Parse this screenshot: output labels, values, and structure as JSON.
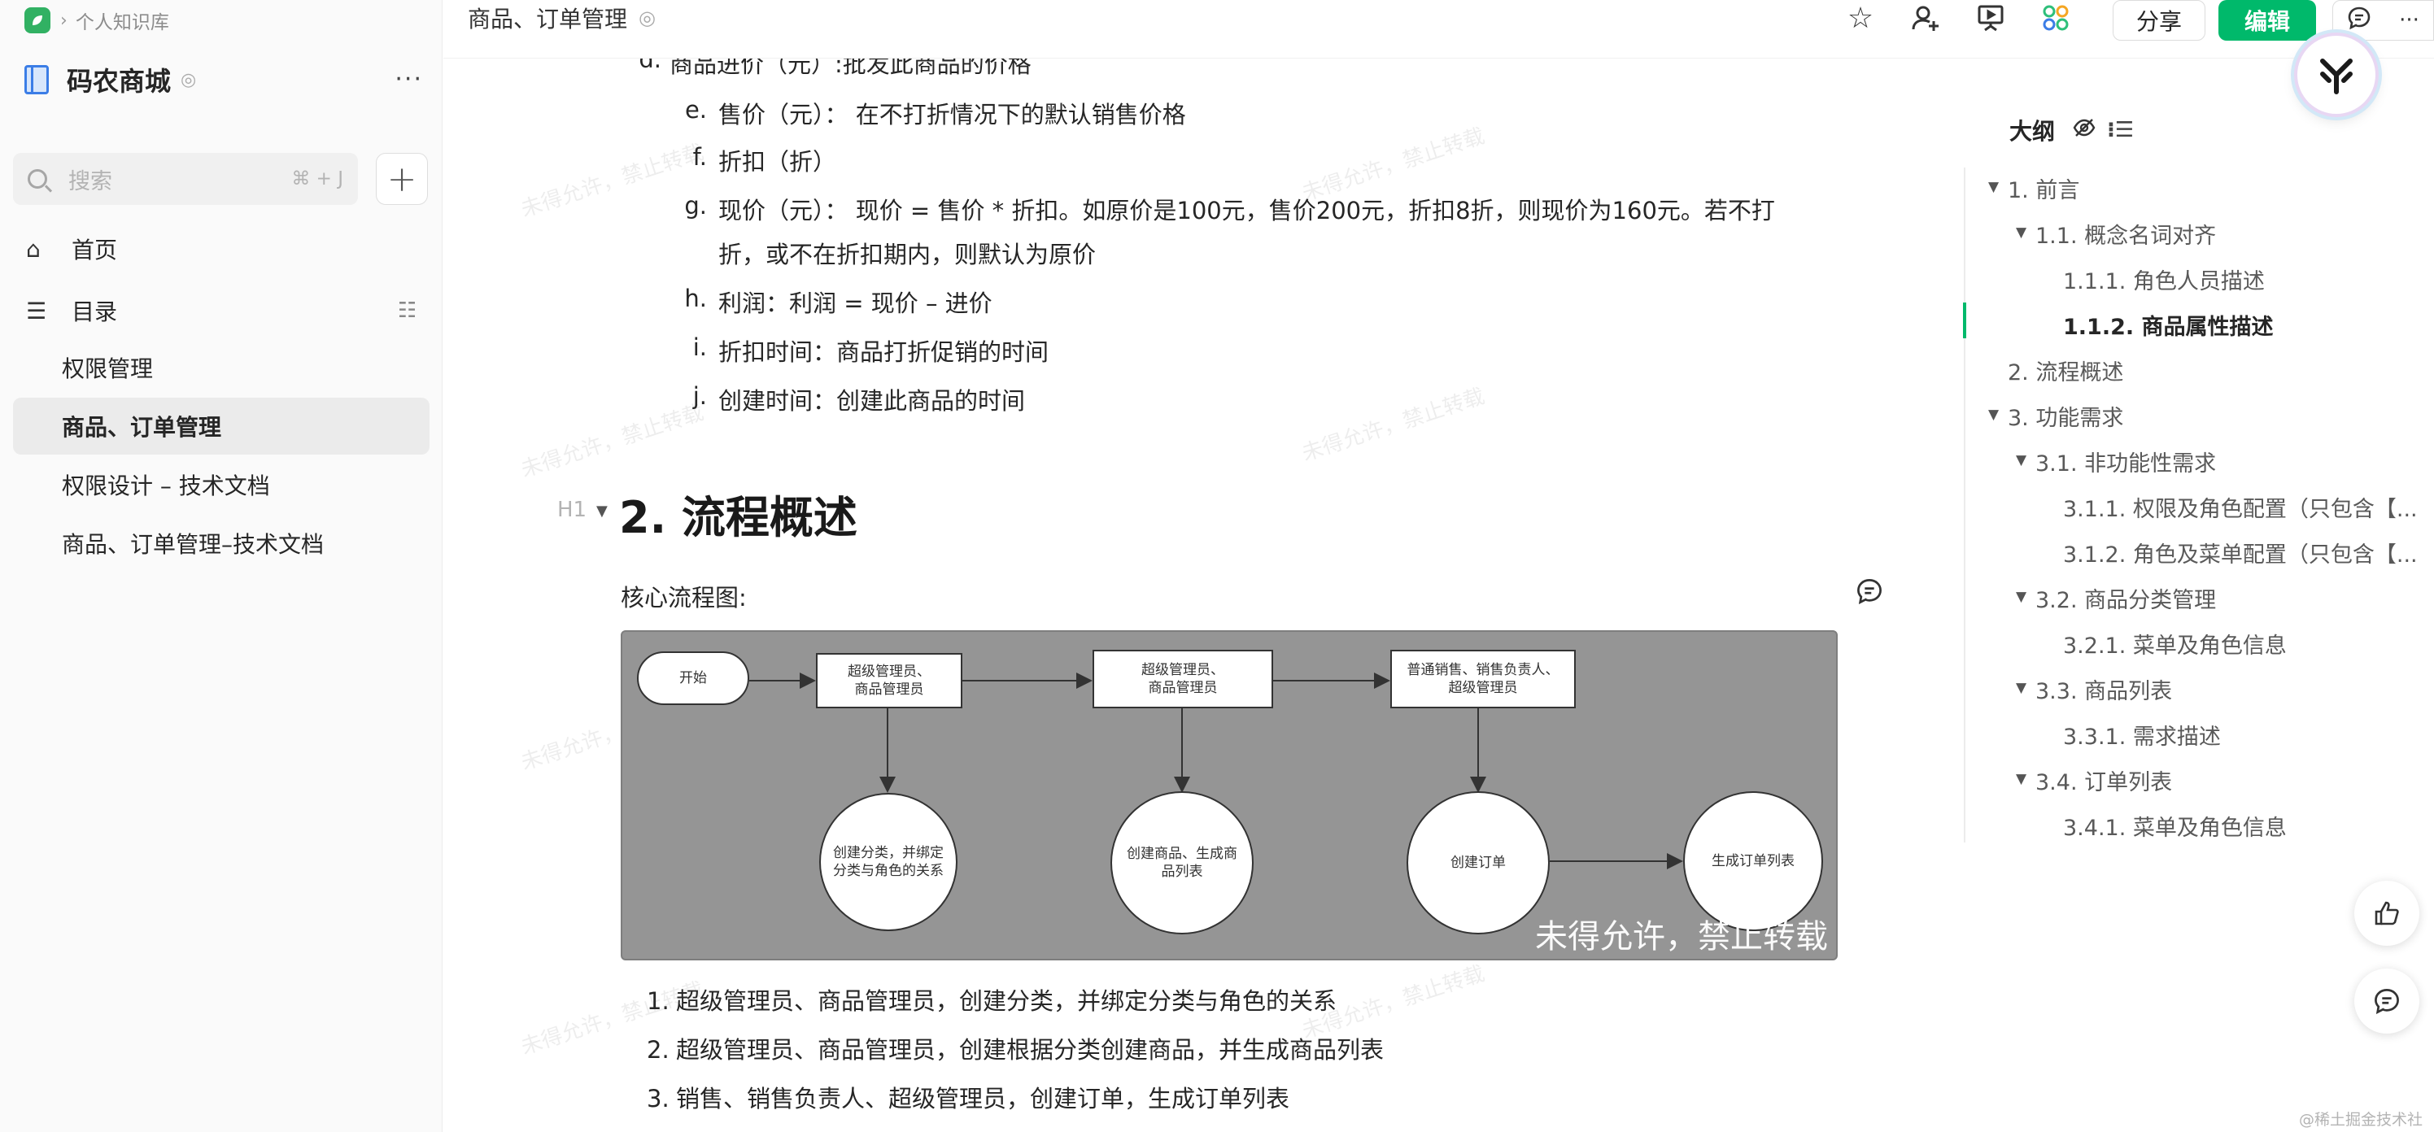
{
  "sidebar": {
    "breadcrumb": "个人知识库",
    "kb_title": "码农商城",
    "search_placeholder": "搜索",
    "search_shortcut": "⌘ + J",
    "nav": {
      "home": "首页",
      "toc": "目录"
    },
    "docs": [
      "权限管理",
      "商品、订单管理",
      "权限设计 – 技术文档",
      "商品、订单管理–技术文档"
    ],
    "active_doc_index": 1
  },
  "header": {
    "title": "商品、订单管理",
    "share_label": "分享",
    "edit_label": "编辑"
  },
  "content": {
    "watermark": "未得允许，禁止转载",
    "list_items": [
      {
        "marker": "d.",
        "text": "商品进价（元）:批发此商品的价格"
      },
      {
        "marker": "e.",
        "text": "售价（元）： 在不打折情况下的默认销售价格"
      },
      {
        "marker": "f.",
        "text": "折扣（折）"
      },
      {
        "marker": "g.",
        "text": "现价（元）： 现价 = 售价 * 折扣。如原价是100元，售价200元，折扣8折，则现价为160元。若不打"
      },
      {
        "marker": "",
        "text": "折，或不在折扣期内，则默认为原价"
      },
      {
        "marker": "h.",
        "text": "利润：利润 = 现价 – 进价"
      },
      {
        "marker": "i.",
        "text": "折扣时间：商品打折促销的时间"
      },
      {
        "marker": "j.",
        "text": "创建时间：创建此商品的时间"
      }
    ],
    "heading_marker": "H1",
    "heading": "2. 流程概述",
    "core_label": "核心流程图:",
    "flow_nodes": {
      "start": "开始",
      "admin1": "超级管理员、\n商品管理员",
      "admin2": "超级管理员、\n商品管理员",
      "sales": "普通销售、销售负责人、\n超级管理员",
      "create_category": "创建分类，并绑定\n分类与角色的关系",
      "create_goods": "创建商品、生成商\n品列表",
      "create_order": "创建订单",
      "order_list": "生成订单列表"
    },
    "steps": [
      {
        "num": "1.",
        "text": "超级管理员、商品管理员，创建分类，并绑定分类与角色的关系"
      },
      {
        "num": "2.",
        "text": "超级管理员、商品管理员，创建根据分类创建商品，并生成商品列表"
      },
      {
        "num": "3.",
        "text": "销售、销售负责人、超级管理员，创建订单，生成订单列表"
      }
    ]
  },
  "outline": {
    "title": "大纲",
    "items": [
      {
        "text": "1. 前言",
        "level": 0,
        "caret": true
      },
      {
        "text": "1.1. 概念名词对齐",
        "level": 1,
        "caret": true
      },
      {
        "text": "1.1.1. 角色人员描述",
        "level": 2,
        "caret": false
      },
      {
        "text": "1.1.2. 商品属性描述",
        "level": 2,
        "caret": false,
        "active": true
      },
      {
        "text": "2. 流程概述",
        "level": 0,
        "caret": false
      },
      {
        "text": "3. 功能需求",
        "level": 0,
        "caret": true
      },
      {
        "text": "3.1. 非功能性需求",
        "level": 1,
        "caret": true
      },
      {
        "text": "3.1.1. 权限及角色配置（只包含【...",
        "level": 2,
        "caret": false
      },
      {
        "text": "3.1.2. 角色及菜单配置（只包含【...",
        "level": 2,
        "caret": false
      },
      {
        "text": "3.2. 商品分类管理",
        "level": 1,
        "caret": true
      },
      {
        "text": "3.2.1. 菜单及角色信息",
        "level": 2,
        "caret": false
      },
      {
        "text": "3.3. 商品列表",
        "level": 1,
        "caret": true
      },
      {
        "text": "3.3.1. 需求描述",
        "level": 2,
        "caret": false
      },
      {
        "text": "3.4. 订单列表",
        "level": 1,
        "caret": true
      },
      {
        "text": "3.4.1. 菜单及角色信息",
        "level": 2,
        "caret": false
      }
    ]
  },
  "footer_credit": "@稀土掘金技术社区",
  "colors": {
    "accent": "#00b96b",
    "book": "#3b7de6",
    "flow_bg": "#959595"
  }
}
